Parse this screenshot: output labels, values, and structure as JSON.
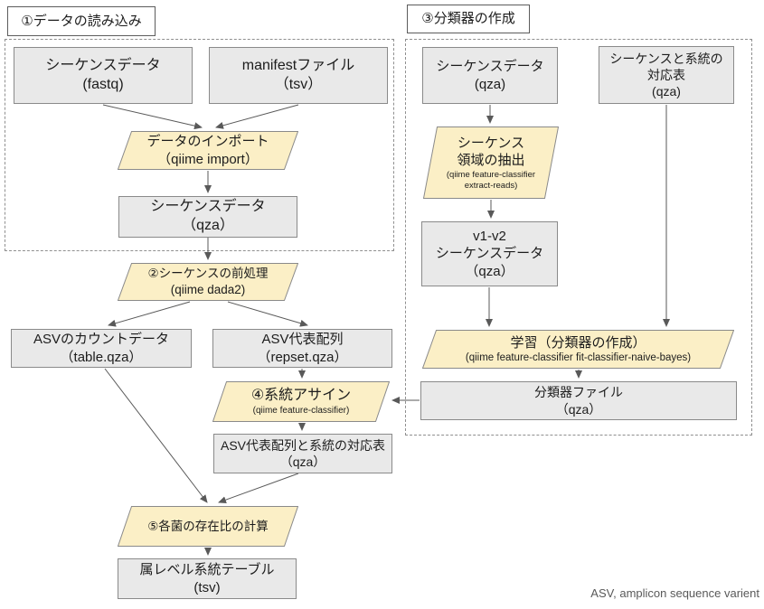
{
  "sections": {
    "load": {
      "title": "①データの読み込み"
    },
    "classifier": {
      "title": "③分類器の作成"
    }
  },
  "nodes": {
    "fastq": {
      "text": "シーケンスデータ\n(fastq)"
    },
    "manifest": {
      "text": "manifestファイル\n（tsv）"
    },
    "import": {
      "text": "データのインポート\n（qiime import）"
    },
    "seq_qza": {
      "text": "シーケンスデータ\n（qza）"
    },
    "dada2": {
      "text": "②シーケンスの前処理\n(qiime dada2)"
    },
    "table_qza": {
      "text": "ASVのカウントデータ\n（table.qza）"
    },
    "repset_qza": {
      "text": "ASV代表配列\n（repset.qza）"
    },
    "assign": {
      "text": "④系統アサイン",
      "sub": "(qiime feature-classifier)"
    },
    "assign_result": {
      "text": "ASV代表配列と系統の対応表\n（qza）"
    },
    "abundance": {
      "text": "⑤各菌の存在比の計算"
    },
    "genus_table": {
      "text": "属レベル系統テーブル\n(tsv)"
    },
    "ref_seq": {
      "text": "シーケンスデータ\n(qza)"
    },
    "ref_tax": {
      "text": "シーケンスと系統の\n対応表\n(qza)"
    },
    "extract": {
      "text": "シーケンス\n領域の抽出",
      "sub": "(qiime feature-classifier\nextract-reads)"
    },
    "v1v2": {
      "text": "v1-v2\nシーケンスデータ\n（qza）"
    },
    "train": {
      "text": "学習（分類器の作成）",
      "sub": "(qiime feature-classifier fit-classifier-naive-bayes)"
    },
    "classifier_file": {
      "text": "分類器ファイル\n（qza）"
    }
  },
  "footnote": "ASV, amplicon sequence varient",
  "colors": {
    "process_fill": "#FBEFC6",
    "data_fill": "#E9E9E9",
    "shape_border": "#8A8A8A",
    "arrow": "#595959"
  }
}
